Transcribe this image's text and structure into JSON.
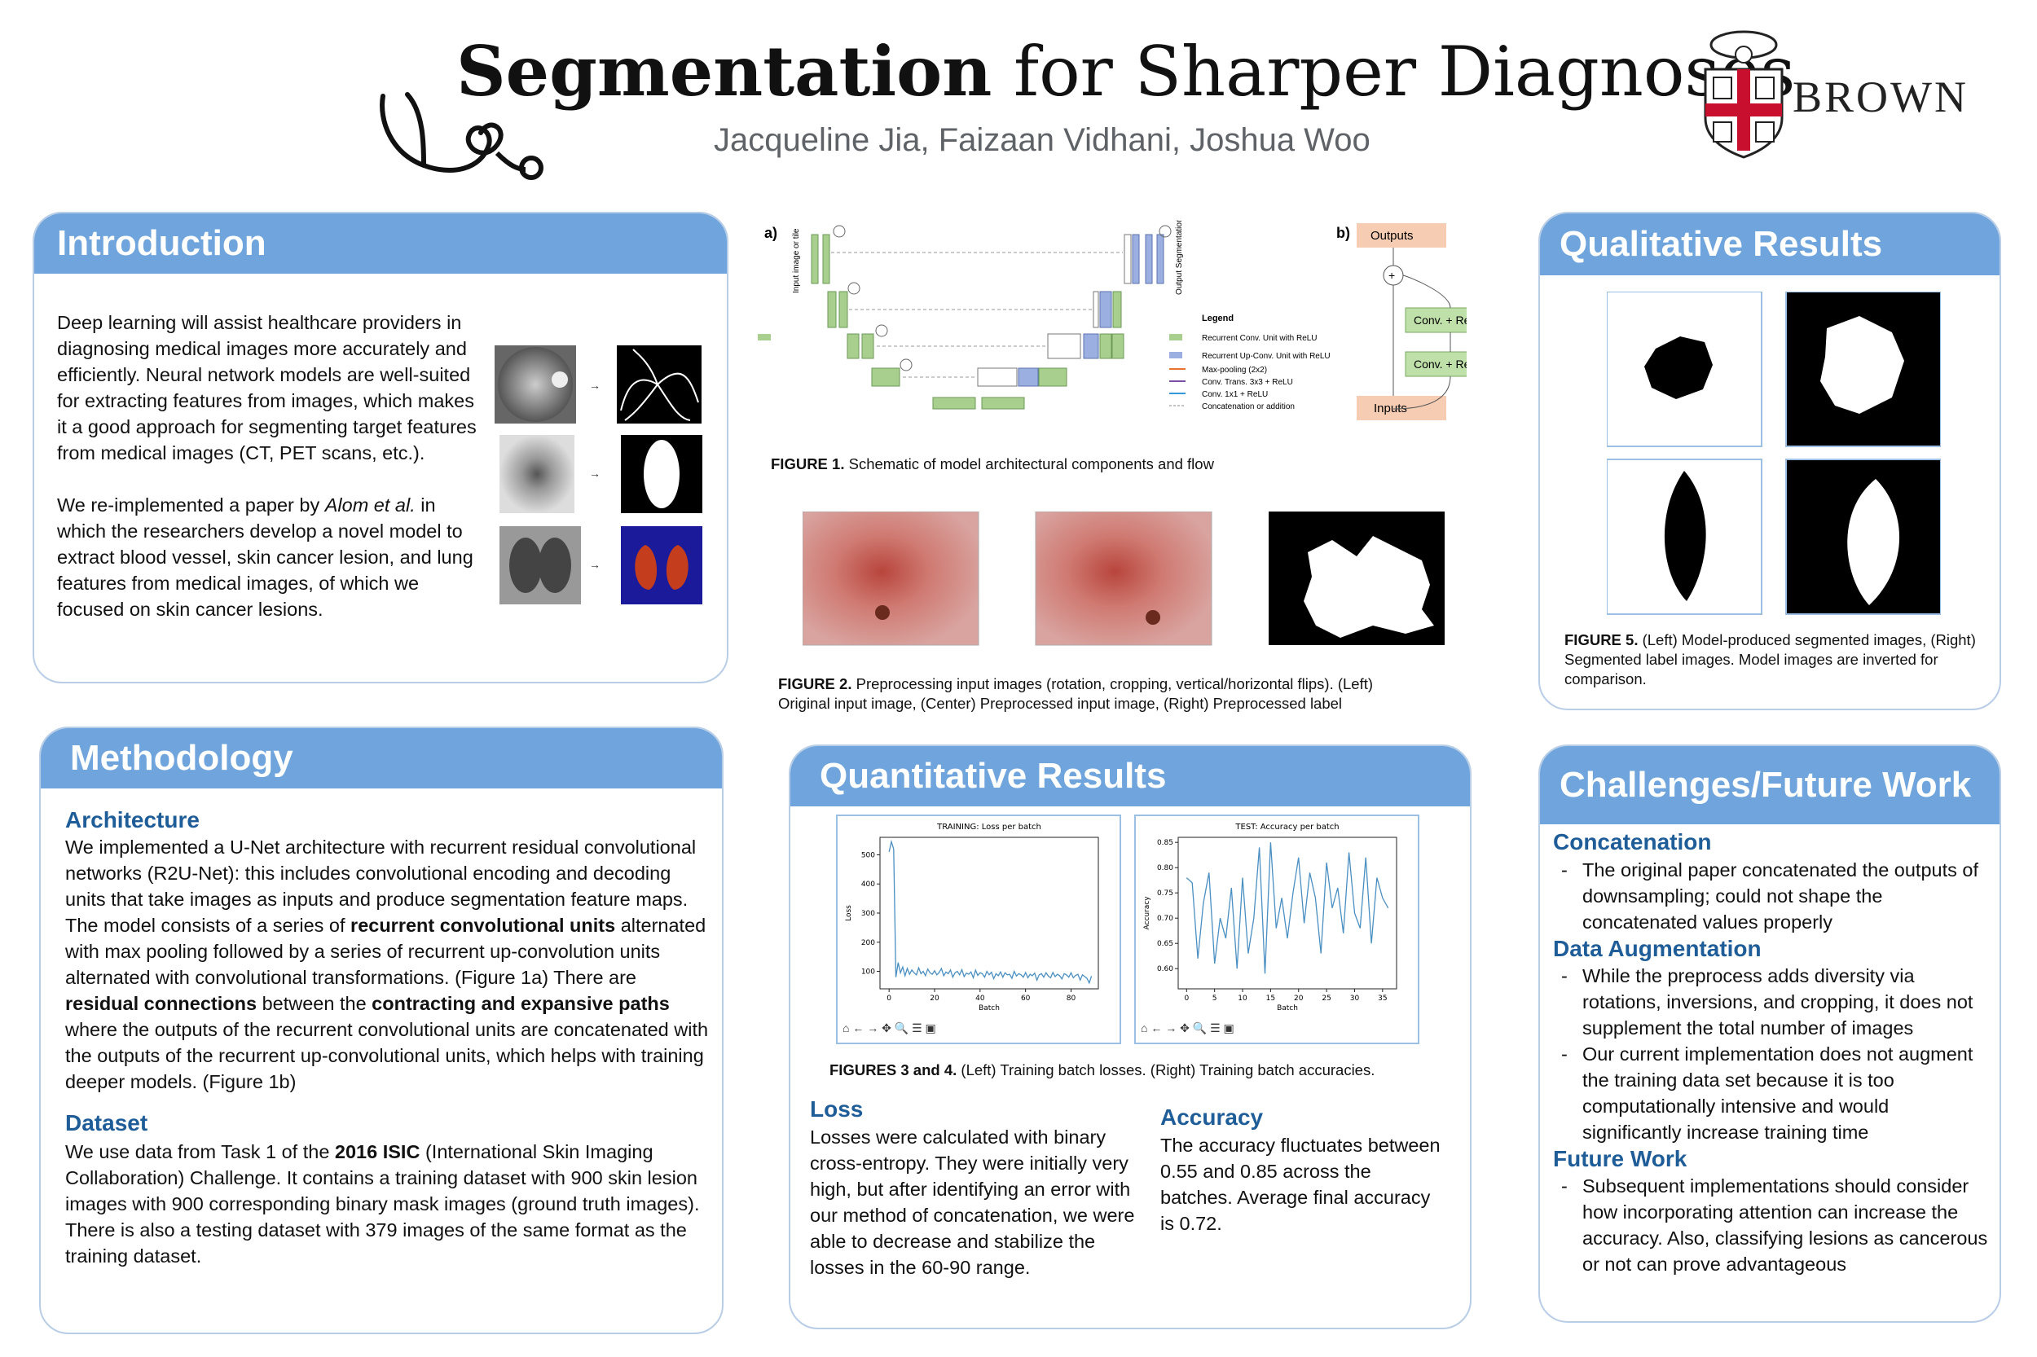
{
  "title": {
    "bold": "Segmentation",
    "rest": " for Sharper Diagnoses"
  },
  "authors": "Jacqueline Jia, Faizaan Vidhani, Joshua Woo",
  "institution": "BROWN",
  "introduction": {
    "heading": "Introduction",
    "p1": "Deep learning will assist healthcare providers in diagnosing medical images more accurately and efficiently. Neural network models are well-suited for extracting features from images, which makes it a good approach for segmenting target features from medical images (CT, PET scans,  etc.).",
    "p2_a": "We re-implemented a paper by ",
    "p2_em": "Alom et al.",
    "p2_b": " in which the researchers develop a novel model to extract blood vessel, skin cancer lesion, and lung features from medical images, of which we focused on skin cancer lesions."
  },
  "methodology": {
    "heading": "Methodology",
    "arch_heading": "Architecture",
    "arch": [
      "We implemented a U-Net architecture with recurrent residual convolutional networks (R2U-Net): this includes convolutional encoding and decoding units that take images as inputs and produce segmentation feature maps. The model consists of a series of ",
      "recurrent convolutional units",
      " alternated with max pooling followed by a series of recurrent up-convolution units alternated with convolutional transformations. (Figure 1a) There are ",
      "residual connections",
      " between the ",
      "contracting and expansive paths",
      " where the outputs of the recurrent convolutional units are concatenated with the outputs of the recurrent up-convolutional units, which helps with training deeper models. (Figure 1b)"
    ],
    "dataset_heading": "Dataset",
    "dataset": [
      "We use data from Task 1 of the ",
      "2016 ISIC",
      " (International Skin Imaging Collaboration) Challenge. It contains a training dataset with 900 skin lesion images with 900 corresponding binary mask images (ground truth images). There is also a testing dataset with 379 images of the same format as the training dataset."
    ]
  },
  "figure1": {
    "label_a": "a)",
    "label_b": "b)",
    "input_label": "Input image or tile",
    "output_label": "Output Segmentation map",
    "legend_title": "Legend",
    "legend": [
      "Recurrent Conv. Unit with ReLU",
      "Recurrent Up-Conv. Unit with ReLU",
      "Max-pooling (2x2)",
      "Conv.  Trans. 3x3 + ReLU",
      "Conv. 1x1 + ReLU",
      "Concatenation or addition"
    ],
    "outputs": "Outputs",
    "inputs": "Inputs",
    "conv_relu": "Conv. + ReLU",
    "plus": "+",
    "caption_bold": "FIGURE 1.",
    "caption": " Schematic of model architectural components and flow"
  },
  "figure2": {
    "caption_bold": "FIGURE 2.",
    "caption": " Preprocessing input images (rotation, cropping, vertical/horizontal flips). (Left) Original input image, (Center) Preprocessed input image, (Right) Preprocessed label"
  },
  "quantitative": {
    "heading": "Quantitative Results",
    "caption_bold": "FIGURES 3 and 4.",
    "caption": " (Left) Training batch losses. (Right) Training batch accuracies.",
    "loss_heading": "Loss",
    "loss": "Losses were calculated with binary cross-entropy. They were initially very high, but after identifying an error with our method of concatenation, we were able to decrease and stabilize the losses in the 60-90 range.",
    "acc_heading": "Accuracy",
    "acc": "The accuracy fluctuates between 0.55 and 0.85 across the batches. Average final accuracy is 0.72.",
    "toolbar": "⌂ ← → ✥ 🔍 ☰   ▣"
  },
  "chart_data": [
    {
      "type": "line",
      "title": "TRAINING: Loss per batch",
      "xlabel": "Batch",
      "ylabel": "Loss",
      "xlim": [
        -4,
        92
      ],
      "ylim": [
        40,
        560
      ],
      "xticks": [
        0,
        20,
        40,
        60,
        80
      ],
      "yticks": [
        100,
        200,
        300,
        400,
        500
      ],
      "color": "#4a8fc2",
      "x": [
        0,
        1,
        2,
        3,
        4,
        5,
        6,
        7,
        8,
        9,
        10,
        11,
        12,
        13,
        14,
        15,
        16,
        17,
        18,
        19,
        20,
        21,
        22,
        23,
        24,
        25,
        26,
        27,
        28,
        29,
        30,
        31,
        32,
        33,
        34,
        35,
        36,
        37,
        38,
        39,
        40,
        41,
        42,
        43,
        44,
        45,
        46,
        47,
        48,
        49,
        50,
        51,
        52,
        53,
        54,
        55,
        56,
        57,
        58,
        59,
        60,
        61,
        62,
        63,
        64,
        65,
        66,
        67,
        68,
        69,
        70,
        71,
        72,
        73,
        74,
        75,
        76,
        77,
        78,
        79,
        80,
        81,
        82,
        83,
        84,
        85,
        86,
        87,
        88,
        89
      ],
      "y": [
        510,
        545,
        520,
        80,
        130,
        95,
        115,
        85,
        110,
        90,
        105,
        95,
        88,
        112,
        92,
        100,
        85,
        108,
        95,
        90,
        102,
        88,
        96,
        110,
        85,
        98,
        92,
        105,
        80,
        95,
        100,
        88,
        106,
        82,
        94,
        90,
        98,
        78,
        104,
        86,
        95,
        92,
        80,
        100,
        88,
        97,
        75,
        92,
        85,
        98,
        80,
        95,
        88,
        90,
        76,
        100,
        84,
        92,
        88,
        80,
        96,
        78,
        90,
        85,
        94,
        70,
        88,
        92,
        80,
        95,
        84,
        78,
        96,
        82,
        90,
        85,
        74,
        92,
        88,
        80,
        95,
        78,
        86,
        90,
        70,
        88,
        82,
        76,
        60,
        84
      ]
    },
    {
      "type": "line",
      "title": "TEST: Accuracy per batch",
      "xlabel": "Batch",
      "ylabel": "Accuracy",
      "xlim": [
        -1.5,
        37.5
      ],
      "ylim": [
        0.56,
        0.86
      ],
      "xticks": [
        0,
        5,
        10,
        15,
        20,
        25,
        30,
        35
      ],
      "yticks": [
        0.6,
        0.65,
        0.7,
        0.75,
        0.8,
        0.85
      ],
      "color": "#4a8fc2",
      "x": [
        0,
        1,
        2,
        3,
        4,
        5,
        6,
        7,
        8,
        9,
        10,
        11,
        12,
        13,
        14,
        15,
        16,
        17,
        18,
        19,
        20,
        21,
        22,
        23,
        24,
        25,
        26,
        27,
        28,
        29,
        30,
        31,
        32,
        33,
        34,
        35,
        36
      ],
      "y": [
        0.78,
        0.77,
        0.62,
        0.73,
        0.79,
        0.61,
        0.7,
        0.66,
        0.76,
        0.6,
        0.78,
        0.63,
        0.7,
        0.84,
        0.59,
        0.85,
        0.68,
        0.74,
        0.66,
        0.75,
        0.82,
        0.69,
        0.79,
        0.74,
        0.63,
        0.81,
        0.72,
        0.76,
        0.67,
        0.83,
        0.71,
        0.68,
        0.82,
        0.65,
        0.78,
        0.74,
        0.72
      ]
    }
  ],
  "qualitative": {
    "heading": "Qualitative Results",
    "caption_bold": "FIGURE 5.",
    "caption": " (Left) Model-produced segmented images, (Right) Segmented label images. Model images are inverted for comparison."
  },
  "challenges": {
    "heading": "Challenges/Future Work",
    "sections": [
      {
        "heading": "Concatenation",
        "items": [
          "The original paper concatenated the outputs of downsampling; could not shape the concatenated values properly"
        ]
      },
      {
        "heading": "Data Augmentation",
        "items": [
          "While the preprocess adds diversity via rotations, inversions, and cropping, it does not supplement the total number of images",
          "Our current implementation does not augment the training data set because it is too computationally intensive and would significantly increase training time"
        ]
      },
      {
        "heading": "Future Work",
        "items": [
          "Subsequent implementations should consider how incorporating attention can increase the accuracy. Also, classifying lesions as cancerous or not can prove advantageous"
        ]
      }
    ]
  }
}
